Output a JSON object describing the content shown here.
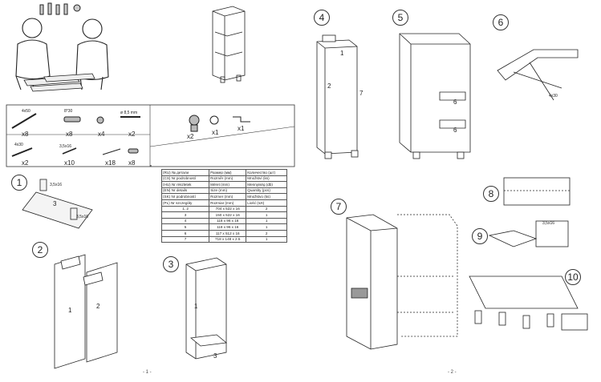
{
  "page_numbers": {
    "left": "- 1 -",
    "right": "- 2 -"
  },
  "hardware": [
    {
      "name": "screw-4x50",
      "spec": "4x50",
      "qty": "x8"
    },
    {
      "name": "dowel-8x30",
      "spec": "8*30",
      "qty": "x8"
    },
    {
      "name": "shelf-pin",
      "spec": "",
      "qty": "x4"
    },
    {
      "name": "bolt-8-5mm",
      "spec": "ø 8,5 mm",
      "qty": "x2"
    },
    {
      "name": "leg",
      "spec": "",
      "qty": "x2"
    },
    {
      "name": "cam-lock",
      "spec": "",
      "qty": "x1"
    },
    {
      "name": "hex-key",
      "spec": "",
      "qty": "x1"
    },
    {
      "name": "screw-4x30",
      "spec": "4x30",
      "qty": "x2"
    },
    {
      "name": "screw-3-5x16",
      "spec": "3,5x16",
      "qty": "x10"
    },
    {
      "name": "nail",
      "spec": "",
      "qty": "x18"
    },
    {
      "name": "connector",
      "spec": "",
      "qty": "x8"
    }
  ],
  "parts_table": {
    "rows": [
      [
        "(RU)  № детали",
        "Размер  (мм)",
        "Количество (шт)"
      ],
      [
        "(CS)  Nr podrobností",
        "Rozměr (mm)",
        "Množství (ks)"
      ],
      [
        "(HU)  Nr részletek",
        "Méret (mm)",
        "Mennyiség (db)"
      ],
      [
        "(EN)  Nr details",
        "Size (mm)",
        "Quantity  (pcs)"
      ],
      [
        "(SK)  Nr podrobností",
        "Rozmer (mm)",
        "Množstvo (ks)"
      ],
      [
        "(PL)  Nr szczegóły",
        "Rozmiar (mm)",
        "Liość (szt)"
      ],
      [
        "1, 2",
        "704 x 522 x 16",
        "2"
      ],
      [
        "3",
        "150 x 522 x 16",
        "1"
      ],
      [
        "4",
        "118 x 96 x 16",
        "1"
      ],
      [
        "5",
        "118 x 96 x 16",
        "1"
      ],
      [
        "6",
        "117 x 512 x 16",
        "2"
      ],
      [
        "7",
        "718 x 148 x 2.5",
        "1"
      ]
    ]
  },
  "steps": [
    "1",
    "2",
    "3",
    "4",
    "5",
    "6",
    "7",
    "8",
    "9",
    "10"
  ],
  "panel_labels": {
    "p1": "1",
    "p2": "2",
    "p3": "3",
    "p4": "4",
    "p5": "5",
    "p6": "6",
    "p7": "7"
  },
  "callouts": {
    "screw_a": "3,5x16",
    "screw_b": "3,5x16",
    "screw_c": "4x30",
    "screw_d": "3,5x16"
  }
}
